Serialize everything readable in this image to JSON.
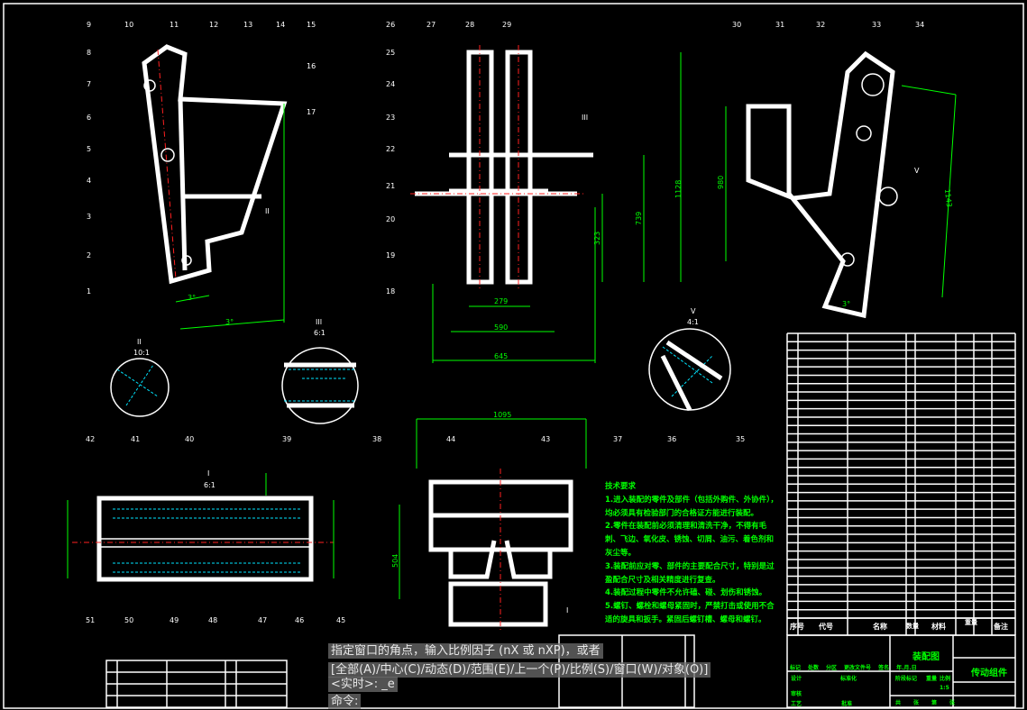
{
  "command_line": {
    "line1": "指定窗口的角点，输入比例因子 (nX 或 nXP)，或者",
    "line2": "[全部(A)/中心(C)/动态(D)/范围(E)/上一个(P)/比例(S)/窗口(W)/对象(O)]",
    "line3": "<实时>:  _e",
    "prompt": "命令:"
  },
  "tech_requirements": {
    "title": "技术要求",
    "items": [
      "1.进入装配的零件及部件（包括外购件、外协件），均必须具有检验部门的合格证方能进行装配。",
      "2.零件在装配前必须清理和清洗干净，不得有毛刺、飞边、氧化皮、锈蚀、切屑、油污、着色剂和灰尘等。",
      "3.装配前应对零、部件的主要配合尺寸，特别是过盈配合尺寸及相关精度进行复查。",
      "4.装配过程中零件不允许磕、碰、划伤和锈蚀。",
      "5.螺钉、螺栓和螺母紧固时，严禁打击或使用不合适的旋具和扳手。紧固后螺钉槽、螺母和螺钉。"
    ]
  },
  "title_block": {
    "drawing_type": "装配图",
    "drawing_name": "传动组件",
    "header": [
      "序号",
      "代号",
      "名称",
      "数量",
      "材料",
      "重量",
      "备注"
    ],
    "sign_row": [
      "标记",
      "处数",
      "分区",
      "更改文件号",
      "签名",
      "年.月.日"
    ],
    "design": "设计",
    "standardize": "标准化",
    "review": "审核",
    "craft": "工艺",
    "approve": "批准",
    "stage_mark": "阶段标记",
    "weight": "重量",
    "scale": "比例",
    "scale_value": "1:5",
    "sheet": [
      "共",
      "张",
      "第",
      "张"
    ]
  },
  "dimensions": {
    "top_mid": [
      "1128",
      "739",
      "323",
      "279",
      "590",
      "645"
    ],
    "right_view": [
      "980",
      "1143"
    ],
    "bottom_mid": [
      "1095",
      "504"
    ],
    "left_angles": [
      "3°",
      "3°"
    ],
    "right_angle": "3°"
  },
  "detail_labels": {
    "II": {
      "name": "II",
      "scale": "10:1"
    },
    "III": {
      "name": "III",
      "scale": "6:1"
    },
    "I": {
      "name": "I",
      "scale": "6:1"
    },
    "V": {
      "name": "V",
      "scale": "4:1"
    }
  },
  "balloons_left": [
    "9",
    "10",
    "11",
    "12",
    "13",
    "14",
    "15",
    "16",
    "17",
    "8",
    "7",
    "6",
    "5",
    "4",
    "3",
    "2",
    "1",
    "II"
  ],
  "balloons_mid": [
    "26",
    "27",
    "28",
    "29",
    "25",
    "24",
    "23",
    "22",
    "21",
    "20",
    "19",
    "18",
    "III"
  ],
  "balloons_right": [
    "30",
    "31",
    "32",
    "33",
    "34",
    "V"
  ],
  "balloons_details": [
    "42",
    "41",
    "40",
    "39",
    "38",
    "37",
    "36",
    "35"
  ],
  "balloons_bottom": [
    "51",
    "50",
    "49",
    "48",
    "47",
    "46",
    "45",
    "44",
    "43",
    "I"
  ]
}
